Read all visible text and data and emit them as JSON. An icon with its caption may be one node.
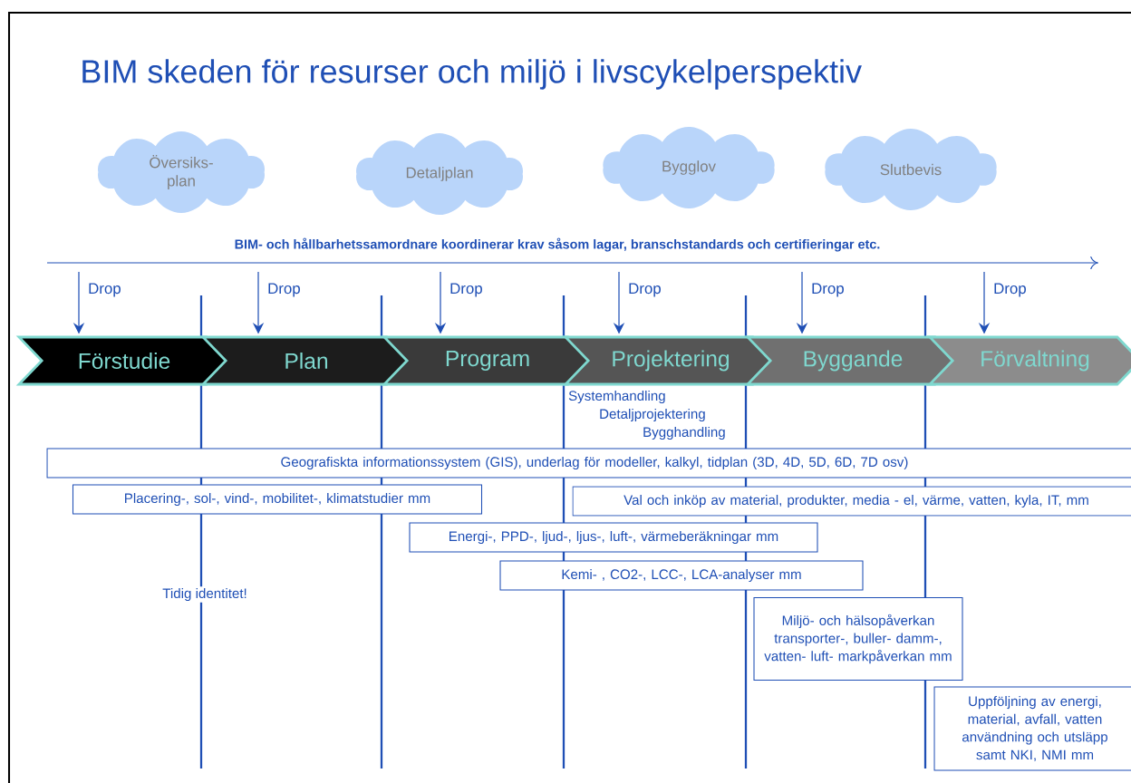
{
  "diagram": {
    "title": "BIM skeden för resurser och miljö i livscykelperspektiv",
    "nodes": [
      {
        "text": [
          "Översiks- plan"
        ]
      },
      {
        "text": [
          "Detaljplan"
        ]
      },
      {
        "text": [
          "Bygglov"
        ]
      },
      {
        "text": [
          "Slutbevis"
        ]
      },
      {
        "text": [
          "Förstudie"
        ]
      },
      {
        "text": [
          "Plan"
        ]
      },
      {
        "text": [
          "Program"
        ]
      },
      {
        "text": [
          "Projektering"
        ]
      },
      {
        "text": [
          "Byggande"
        ]
      },
      {
        "text": [
          "Förvaltning"
        ]
      },
      {
        "text": [
          "Geografiskta informationssystem (GIS), underlag för modeller, kalkyl, tidplan  (3D, 4D, 5D, 6D, 7D osv)"
        ]
      },
      {
        "text": [
          "Placering-, sol-, vind-, mobilitet-, klimatstudier mm"
        ]
      },
      {
        "text": [
          "Val och inköp av material, produkter, media - el, värme, vatten, kyla, IT, mm"
        ]
      },
      {
        "text": [
          "Energi-, PPD-, ljud-, ljus-,  luft-, värmeberäkningar mm"
        ]
      },
      {
        "text": [
          "Kemi- , CO2-, LCC-, LCA-analyser mm"
        ]
      },
      {
        "text": [
          "Miljö- och hälsopåverkan transporter-, buller- damm-, vatten- luft- markpåverkan  mm"
        ]
      },
      {
        "text": [
          "Uppföljning av energi, material, avfall, vatten användning och utsläpp samt NKI, NMI mm"
        ]
      }
    ],
    "edges": [
      {
        "from": null,
        "to": 4,
        "arrow": "to",
        "label": "Drop"
      },
      {
        "from": null,
        "to": 5,
        "arrow": "to",
        "label": "Drop"
      },
      {
        "from": null,
        "to": 6,
        "arrow": "to",
        "label": "Drop"
      },
      {
        "from": null,
        "to": 7,
        "arrow": "to",
        "label": "Drop"
      },
      {
        "from": null,
        "to": 8,
        "arrow": "to",
        "label": "Drop"
      },
      {
        "from": null,
        "to": 9,
        "arrow": "to",
        "label": "Drop"
      }
    ],
    "labels": [
      "BIM- och hållbarhetssamordnare koordinerar krav såsom lagar, branschstandards och certifieringar etc.",
      "Systemhandling",
      "Detaljprojektering",
      "Bygghandling",
      "Tidig identitet!"
    ]
  }
}
